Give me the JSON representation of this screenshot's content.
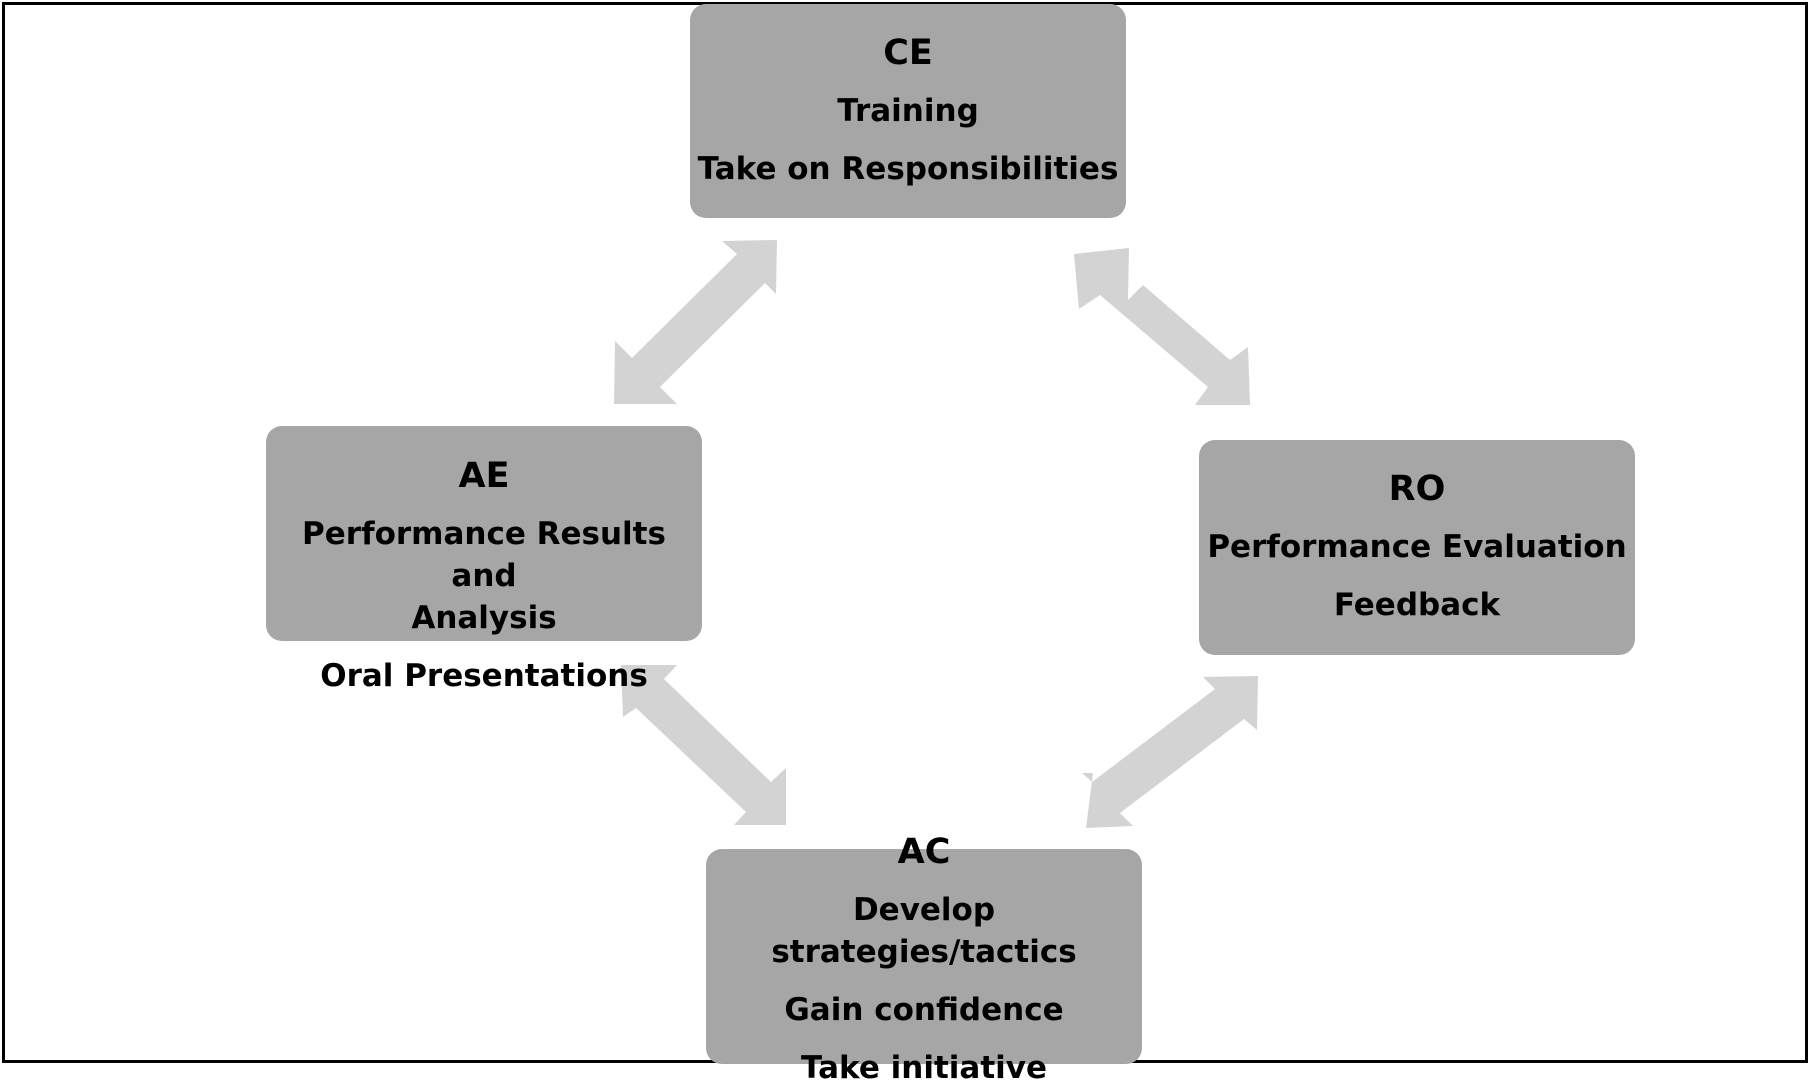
{
  "diagram": {
    "nodes": {
      "ce": {
        "title": "CE",
        "lines": [
          "Training",
          "Take on Responsibilities"
        ]
      },
      "ae": {
        "title": "AE",
        "lines": [
          "Performance Results and",
          "Analysis",
          "Oral Presentations"
        ]
      },
      "ro": {
        "title": "RO",
        "lines": [
          "Performance Evaluation",
          "Feedback"
        ]
      },
      "ac": {
        "title": "AC",
        "lines": [
          "Develop",
          "strategies/tactics",
          "Gain confidence",
          "Take initiative"
        ]
      }
    },
    "connections": [
      {
        "from": "ce",
        "to": "ae",
        "type": "bidirectional-arrow"
      },
      {
        "from": "ce",
        "to": "ro",
        "type": "bidirectional-arrow"
      },
      {
        "from": "ae",
        "to": "ac",
        "type": "bidirectional-arrow"
      },
      {
        "from": "ro",
        "to": "ac",
        "type": "bidirectional-arrow"
      }
    ],
    "colors": {
      "node_fill": "#a6a6a6",
      "arrow_fill": "#d3d3d3",
      "text": "#000000",
      "border": "#000000"
    }
  }
}
